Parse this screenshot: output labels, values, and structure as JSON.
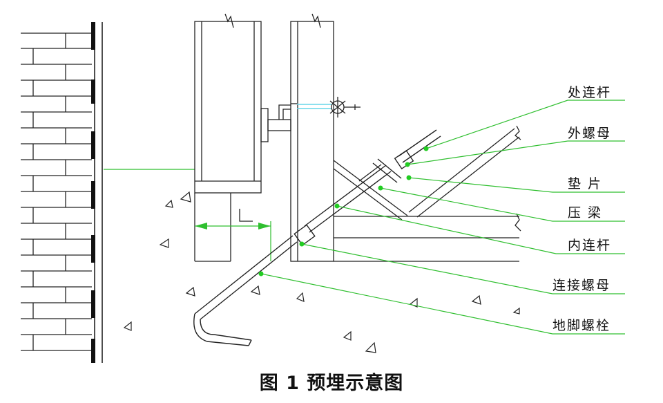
{
  "labels": [
    {
      "id": "outer-rod",
      "text": "处连杆"
    },
    {
      "id": "outer-nut",
      "text": "外螺母"
    },
    {
      "id": "washer",
      "text": "垫  片"
    },
    {
      "id": "press-beam",
      "text": "压  梁"
    },
    {
      "id": "inner-rod",
      "text": "内连杆"
    },
    {
      "id": "connect-nut",
      "text": "连接螺母"
    },
    {
      "id": "anchor-bolt",
      "text": "地脚螺栓"
    }
  ],
  "dimension": {
    "text": "L"
  },
  "caption": "图 1  预埋示意图",
  "colors": {
    "line": "#222222",
    "leader": "#2fbf2f",
    "dot": "#22cc22",
    "cyan": "#66d6e8"
  },
  "icons": [
    "triangle-aggregate-icon"
  ]
}
